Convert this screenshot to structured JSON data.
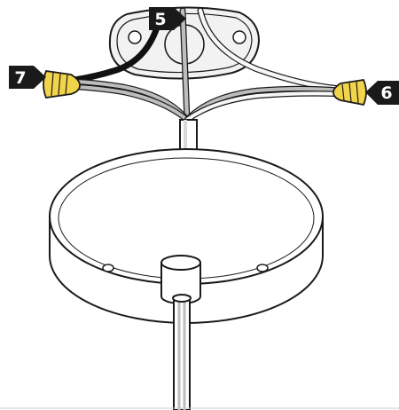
{
  "colors": {
    "outline": "#1a1a1a",
    "fixture_fill": "#ffffff",
    "box_fill": "#f2f2f2",
    "wire_grey": "#bdbdbd",
    "wire_black": "#111111",
    "wire_white": "#f7f7f7",
    "connector_yellow": "#f2d44a",
    "callout_fill": "#1a1a1a",
    "callout_text": "#ffffff"
  },
  "callouts": [
    {
      "label": "5",
      "points_to": "junction-box-wire"
    },
    {
      "label": "7",
      "points_to": "left-wire-connector"
    },
    {
      "label": "6",
      "points_to": "right-wire-connector"
    }
  ]
}
